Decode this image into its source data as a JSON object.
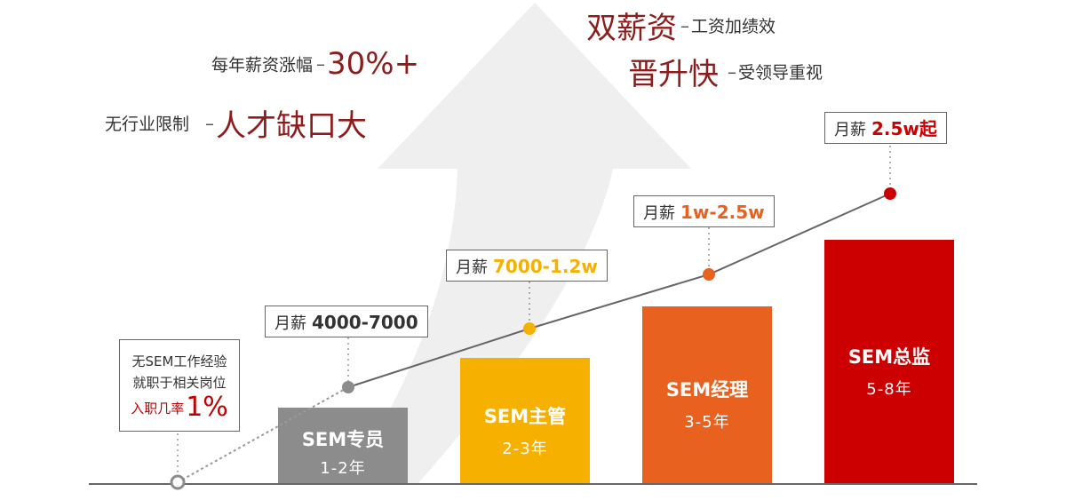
{
  "slogans": {
    "raise": {
      "small": "每年薪资涨幅",
      "big": "30%+"
    },
    "no_limit": {
      "small": "无行业限制",
      "big": "人才缺口大"
    },
    "double_pay": {
      "big": "双薪资",
      "small": "工资加绩效"
    },
    "promotion": {
      "big": "晋升快",
      "small": "受领导重视"
    }
  },
  "entry": {
    "line1": "无SEM工作经验",
    "line2": "就职于相关岗位",
    "rate_label": "入职几率",
    "rate_value": "1%"
  },
  "levels": [
    {
      "title": "SEM专员",
      "years": "1-2年",
      "salary_label": "月薪",
      "salary": "4000-7000",
      "color": "#8c8c8c",
      "salary_color": "#333333"
    },
    {
      "title": "SEM主管",
      "years": "2-3年",
      "salary_label": "月薪",
      "salary": "7000-1.2w",
      "color": "#f6b100",
      "salary_color": "#f6b100"
    },
    {
      "title": "SEM经理",
      "years": "3-5年",
      "salary_label": "月薪",
      "salary": "1w-2.5w",
      "color": "#e8611f",
      "salary_color": "#e8611f"
    },
    {
      "title": "SEM总监",
      "years": "5-8年",
      "salary_label": "月薪",
      "salary": "2.5w起",
      "color": "#cc0000",
      "salary_color": "#cc0000"
    }
  ],
  "colors": {
    "arrow": "#f0f0f0",
    "trend_line": "#666666",
    "axis": "#666666",
    "entry_point": "#8c8c8c"
  }
}
